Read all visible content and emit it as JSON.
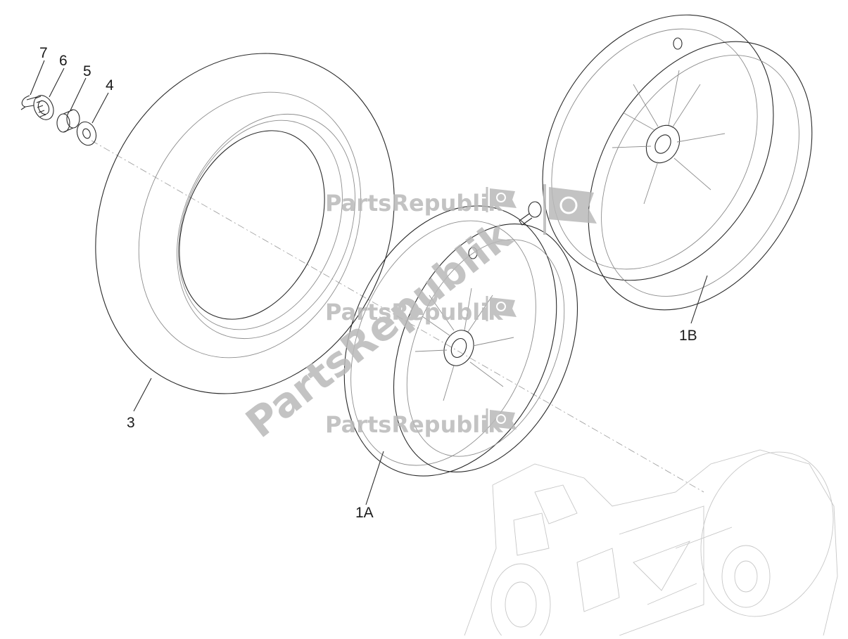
{
  "callouts": {
    "c7": "7",
    "c6": "6",
    "c5": "5",
    "c4": "4",
    "c3": "3",
    "c1a": "1A",
    "c1b": "1B"
  },
  "watermark": {
    "brand": "PartsRepublik",
    "diagonal": "PartsRepublik",
    "icon": "gear-flag-icon"
  },
  "colors": {
    "line": "#2a2a2a",
    "watermark": "#b9b9b9",
    "background": "#ffffff"
  }
}
